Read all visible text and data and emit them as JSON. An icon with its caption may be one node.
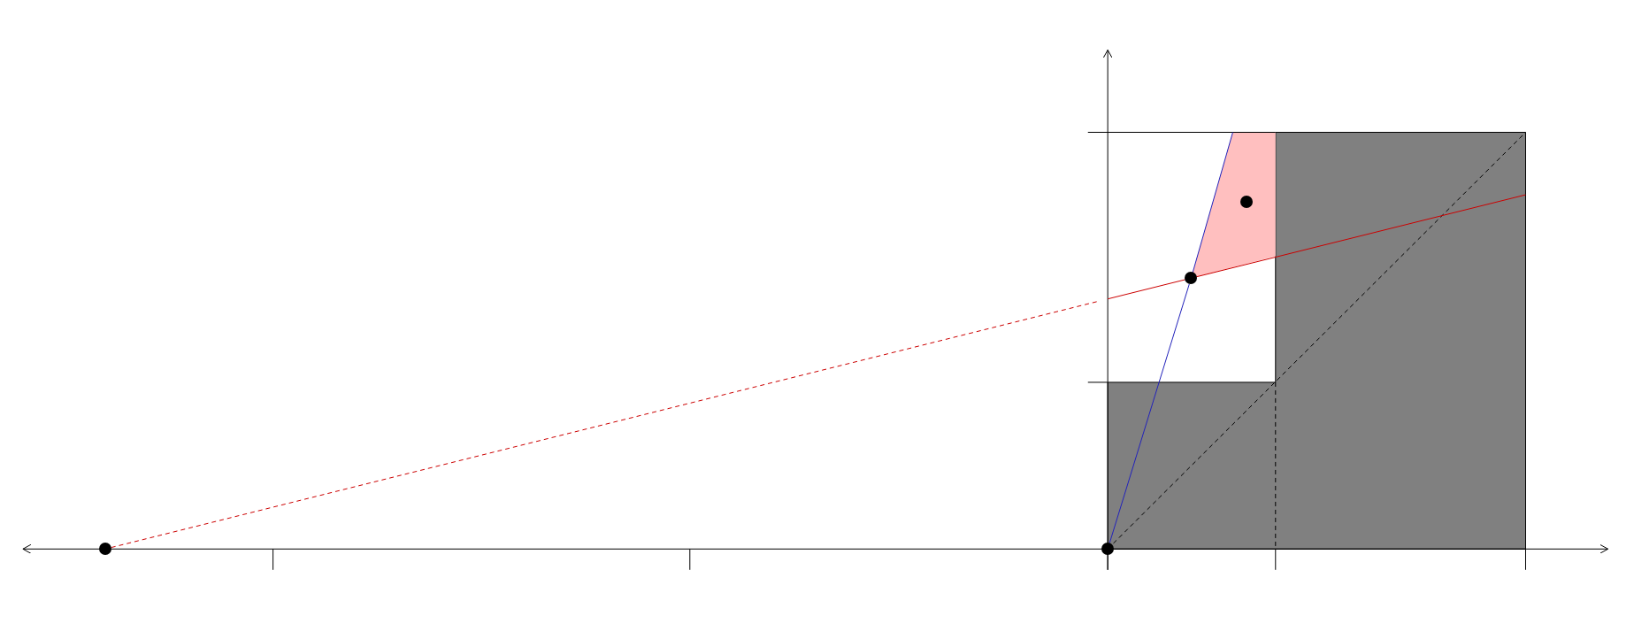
{
  "diagram": {
    "nodes": [
      {
        "text": [],
        "shape": "circle"
      },
      {
        "text": [],
        "shape": "circle"
      },
      {
        "text": [],
        "shape": "circle"
      },
      {
        "text": [],
        "shape": "circle"
      }
    ],
    "edges": [
      {
        "from": 0,
        "to": 2,
        "arrow": "none",
        "style": "dashed",
        "color": "#cc0000"
      },
      {
        "from": 1,
        "to": 2,
        "arrow": "none",
        "color": "#2222bb"
      }
    ]
  }
}
